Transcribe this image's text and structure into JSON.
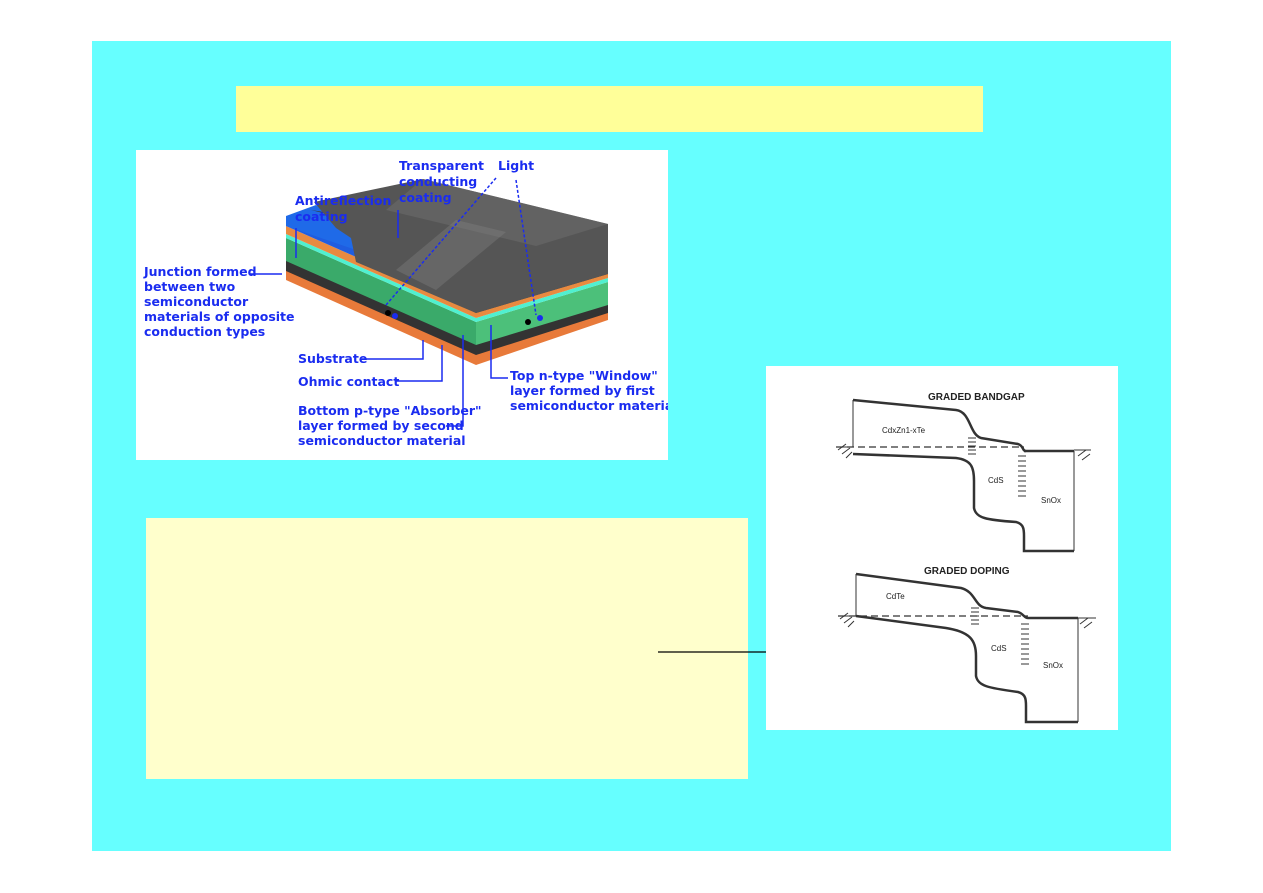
{
  "slide": {
    "background": "#66ffff",
    "title_box_color": "#ffff99",
    "text_box_color": "#ffffcc"
  },
  "figure1": {
    "labels": {
      "transparent": [
        "Transparent",
        "conducting",
        "coating"
      ],
      "light": "Light",
      "antireflection": [
        "Antireflection",
        "coating"
      ],
      "junction": [
        "Junction formed",
        "between two",
        "semiconductor",
        "materials of opposite",
        "conduction types"
      ],
      "substrate": "Substrate",
      "ohmic": "Ohmic contact",
      "absorber": [
        "Bottom p-type \"Absorber\"",
        "layer formed by second",
        "semiconductor material"
      ],
      "window": [
        "Top n-type \"Window\"",
        "layer formed by first",
        "semiconductor material"
      ]
    }
  },
  "figure2": {
    "top": {
      "title": "GRADED BANDGAP",
      "left_material": "CdxZn1-xTe",
      "mid_material": "CdS",
      "right_material": "SnOx"
    },
    "bottom": {
      "title": "GRADED DOPING",
      "left_material": "CdTe",
      "mid_material": "CdS",
      "right_material": "SnOx"
    }
  }
}
